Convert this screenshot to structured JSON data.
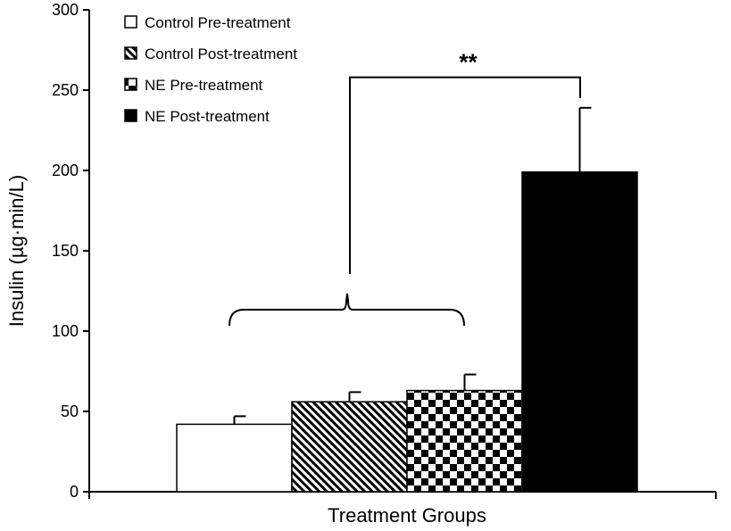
{
  "chart_data": {
    "type": "bar",
    "xlabel": "Treatment Groups",
    "ylabel": "Insulin (µg·min/L)",
    "ylim": [
      0,
      300
    ],
    "yticks": [
      0,
      50,
      100,
      150,
      200,
      250,
      300
    ],
    "grid": false,
    "legend_position": "top-left",
    "series": [
      {
        "name": "Control Pre-treatment",
        "value": 42,
        "error": 5,
        "pattern": "white"
      },
      {
        "name": "Control Post-treatment",
        "value": 56,
        "error": 6,
        "pattern": "diagonal"
      },
      {
        "name": "NE Pre-treatment",
        "value": 63,
        "error": 10,
        "pattern": "checker"
      },
      {
        "name": "NE Post-treatment",
        "value": 199,
        "error": 40,
        "pattern": "black"
      }
    ],
    "annotation": {
      "text": "**",
      "compares": "first three groups vs NE Post-treatment"
    },
    "colors": {
      "fill_black": "#000000",
      "fill_white": "#ffffff"
    }
  }
}
